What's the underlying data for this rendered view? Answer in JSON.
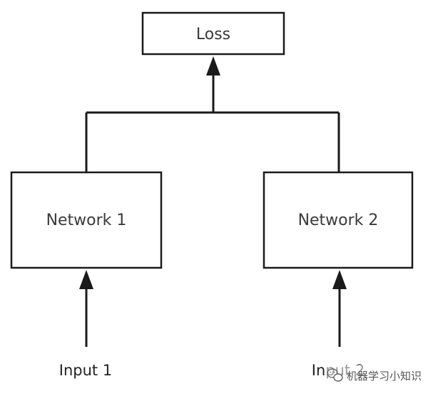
{
  "nodes": {
    "loss": {
      "label": "Loss"
    },
    "network_1": {
      "label": "Network 1"
    },
    "network_2": {
      "label": "Network 2"
    }
  },
  "inputs": {
    "input_1": {
      "label": "Input 1"
    },
    "input_2": {
      "label": "Input 2"
    }
  },
  "edges": [
    {
      "from": "input_1",
      "to": "network_1"
    },
    {
      "from": "input_2",
      "to": "network_2"
    },
    {
      "from": "network_1",
      "to": "loss"
    },
    {
      "from": "network_2",
      "to": "loss"
    }
  ],
  "watermark": {
    "text": "机器学习小知识",
    "icon": "wechat-icon"
  },
  "colors": {
    "stroke": "#1a1a1a",
    "text": "#3a3a3a"
  }
}
